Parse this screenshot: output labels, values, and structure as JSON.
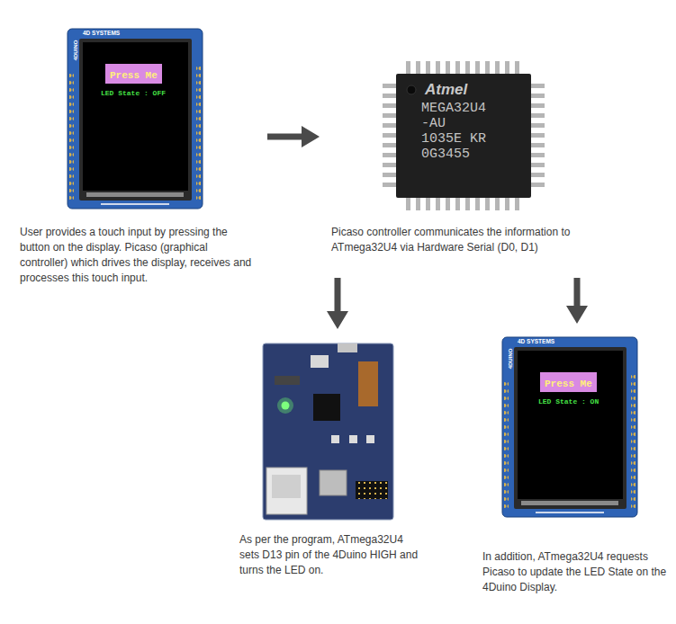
{
  "diagram": {
    "nodes": [
      {
        "text": [
          "User provides a touch input by pressing the button on the display. Picaso (graphical controller) which drives the display, receives and processes this touch input."
        ]
      },
      {
        "text": [
          "Press Me"
        ],
        "in": 0
      },
      {
        "text": [
          "Picaso controller communicates the information to ATmega32U4 via Hardware Serial (D0, D1)"
        ]
      },
      {
        "text": [
          "MEGA32U4 -AU 1035E KR 0G3455"
        ],
        "in": 2
      },
      {
        "text": [
          "As per the program, ATmega32U4 sets D13 pin of the 4Duino HIGH and turns the LED on."
        ]
      },
      {
        "text": [
          "In addition, ATmega32U4 requests Picaso to update the LED State on the 4Duino Display."
        ]
      },
      {
        "text": [
          "Press Me"
        ],
        "in": 5
      }
    ],
    "edges": [
      {
        "from": 0,
        "to": 2,
        "arrow": "to"
      },
      {
        "from": 2,
        "to": 4,
        "arrow": "to"
      },
      {
        "from": 2,
        "to": 5,
        "arrow": "to"
      }
    ],
    "labels": [
      "4D SYSTEMS",
      "4DUINO",
      "LED State : OFF",
      "Atmel",
      "4D SYSTEMS",
      "4DUINO",
      "LED State : ON"
    ]
  }
}
